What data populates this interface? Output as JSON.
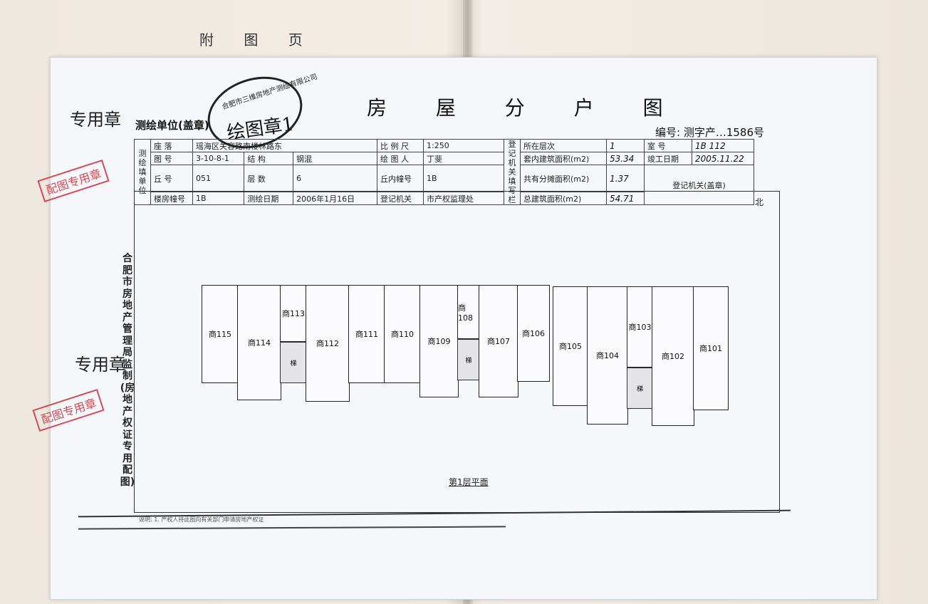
{
  "header": {
    "page_label": "附 图 页"
  },
  "title": "房 屋 分 户 图",
  "stamps": {
    "circle_text": "合肥市三维房地产测绘有限公司",
    "circle_main": "绘图章1",
    "special_seal": "专用章",
    "red_seal": "配图专用章"
  },
  "serial": "编号: 测字产…1586号",
  "unit_label": "测绘单位(盖章)",
  "vertical_label": "合肥市房地产管理局监制(房地产权证专用配图)",
  "table": {
    "group_survey": "测绘填单位",
    "group_register": "登记机关填写栏",
    "rows": [
      {
        "k1": "座 落",
        "v1": "瑶海区关容路南楼林路东",
        "k2": "比 例 尺",
        "v2": "1:250",
        "k3": "所在层次",
        "v3": "1",
        "k4": "室 号",
        "v4": "1B 112"
      },
      {
        "k1": "图 号",
        "v1": "3-10-8-1",
        "k1b": "结 构",
        "v1b": "钢混",
        "k2": "绘 图 人",
        "v2": "丁斐",
        "k3": "套内建筑面积(m2)",
        "v3": "53.34",
        "k4": "竣工日期",
        "v4": "2005.11.22"
      },
      {
        "k1": "丘 号",
        "v1": "051",
        "k1b": "层 数",
        "v1b": "6",
        "k2": "丘内幢号",
        "v2": "1B",
        "k3": "共有分摊面积(m2)",
        "v3": "1.37",
        "k4": "登记机关(盖章)",
        "v4": ""
      },
      {
        "k1": "楼房幢号",
        "v1": "1B",
        "k1b": "测绘日期",
        "v1b": "2006年1月16日",
        "k2": "登记机关",
        "v2": "市产权监理处",
        "k3": "总建筑面积(m2)",
        "v3": "54.71",
        "k4": "",
        "v4": ""
      }
    ]
  },
  "north_label": "北",
  "floor_label": "第1层平面",
  "stair_label": "梯",
  "rooms": [
    {
      "id": "r115",
      "label": "商115"
    },
    {
      "id": "r114",
      "label": "商114"
    },
    {
      "id": "r113",
      "label": "商113"
    },
    {
      "id": "r112",
      "label": "商112"
    },
    {
      "id": "r111",
      "label": "商111"
    },
    {
      "id": "r110",
      "label": "商110"
    },
    {
      "id": "r109",
      "label": "商109"
    },
    {
      "id": "r108",
      "label": "商108"
    },
    {
      "id": "r107",
      "label": "商107"
    },
    {
      "id": "r106",
      "label": "商106"
    },
    {
      "id": "r105",
      "label": "商105"
    },
    {
      "id": "r104",
      "label": "商104"
    },
    {
      "id": "r103",
      "label": "商103"
    },
    {
      "id": "r102",
      "label": "商102"
    },
    {
      "id": "r101",
      "label": "商101"
    }
  ],
  "note": "说明: 1. 产权人持此图向有关部门申请房地产权证"
}
